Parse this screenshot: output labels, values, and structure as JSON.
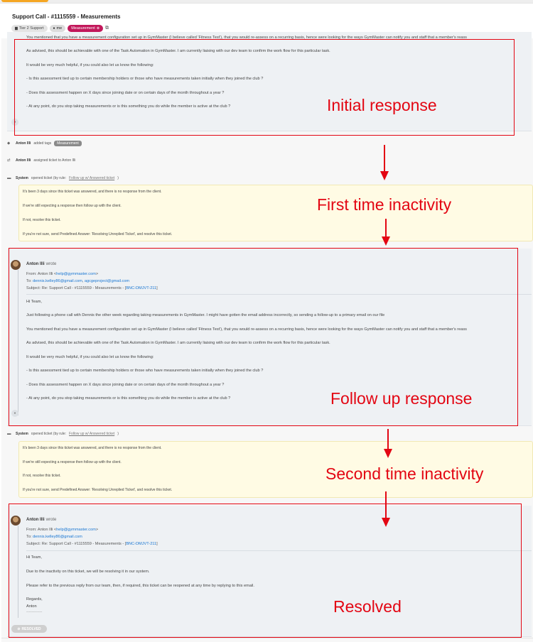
{
  "ticket": {
    "title": "Support Call - #1115559 - Measurements",
    "tags": {
      "team": "Tier 2 Support",
      "assignee": "me",
      "label": "Measurement"
    }
  },
  "messages": {
    "first": {
      "overflow_line": "You mentioned that you have a measurement configuration set up in GymMaster (I believe called 'Fitness Test'), that you would re-assess on a recurring basis, hence were looking for the ways GymMaster can notify you and staff that a member's reass",
      "lines": [
        "As advised, this should be achievable with one of the Task Automation in GymMaster. I am currently liaising with our dev team to confirm the work flow for this particular task.",
        "It would be very much helpful, if you could also let us know the following:",
        "- Is this assessment tied up to certain membership holders or those who have measurements taken initially when they joined the club ?",
        "- Does this assessment happen on X days since joining date or on certain days of the month throughout a year ?",
        "- At any point, do you stop taking measurements or is this something you do while the member is active at the club ?"
      ]
    },
    "second": {
      "author": "Anton Illi",
      "wrote": "wrote",
      "from_label": "From: Anton Illi <",
      "from_email": "help@gymmaster.com",
      "from_end": ">",
      "to_label": "To:",
      "to_email_1": "dennis.kelley86@gmail.com",
      "to_comma": ",",
      "to_email_2": "agcgeproject@gmail.com",
      "subject_label": "Subject: Re: Support Call - #1115559 - Measurements - [",
      "subject_ref": "BNC-DMJVT-211",
      "subject_end": "]",
      "lines": [
        "Hi Team,",
        "Just following a phone call with Dennis the other week regarding taking measurements in GymMaster. I might have gotten the email address incorrectly, so sending a follow-up to a primary email on our file",
        "You mentioned that you have a measurement configuration set up in GymMaster (I believe called 'Fitness Test'), that you would re-assess on a recurring basis, hence were looking for the ways GymMaster can notify you and staff that a member's reass",
        "As advised, this should be achievable with one of the Task Automation in GymMaster. I am currently liaising with our dev team to confirm the work flow for this particular task.",
        "It would be very much helpful, if you could also let us know the following:",
        "- Is this assessment tied up to certain membership holders or those who have measurements taken initially when they joined the club ?",
        "- Does this assessment happen on X days since joining date or on certain days of the month throughout a year ?",
        "- At any point, do you stop taking measurements or is this something you do while the member is active at the club ?"
      ]
    },
    "third": {
      "author": "Anton Illi",
      "wrote": "wrote",
      "from_label": "From: Anton Illi <",
      "from_email": "help@gymmaster.com",
      "from_end": ">",
      "to_label": "To:",
      "to_email_1": "dennis.kelley86@gmail.com",
      "subject_label": "Subject: Re: Support Call - #1115559 - Measurements - [",
      "subject_ref": "BNC-DMJVT-211",
      "subject_end": "]",
      "lines": [
        "Hi Team,",
        "Due to the inactivity on this ticket, we will be resolving it in our system.",
        "Please refer to the previous reply from our team, then, if required, this ticket can be reopened at any time by replying to this email.",
        "Regards,",
        "Anton",
        "------------"
      ]
    }
  },
  "events": {
    "tag_added": {
      "actor": "Anton Illi",
      "action": "added tags",
      "tag": "Measurement"
    },
    "assigned": {
      "actor": "Anton Illi",
      "action": "assigned ticket to Anton Illi"
    },
    "system_1": {
      "actor": "System",
      "action": "opened ticket (by rule:",
      "rule": "Follow up w/ Answered ticket",
      "end": ")"
    },
    "system_2": {
      "actor": "System",
      "action": "opened ticket (by rule:",
      "rule": "Follow up w/ Answered ticket",
      "end": ")"
    }
  },
  "notes": {
    "first": [
      "It's been 3 days since this ticket was answered, and there is no response from the client.",
      "If we're still expecting a response then follow up with the client.",
      "If not, resolve this ticket.",
      "If you're not sure, send Predefined Answer: 'Resolving Unreplied Ticket', and resolve this ticket."
    ],
    "second": [
      "It's been 3 days since this ticket was answered, and there is no response from the client.",
      "If we're still expecting a response then follow up with the client.",
      "If not, resolve this ticket.",
      "If you're not sure, send Predefined Answer: 'Resolving Unreplied Ticket', and resolve this ticket."
    ]
  },
  "status": {
    "resolved": "RESOLVED"
  },
  "annotations": {
    "initial": "Initial response",
    "first_inactivity": "First time inactivity",
    "follow_up": "Follow up response",
    "second_inactivity": "Second time inactivity",
    "resolved": "Resolved"
  },
  "colors": {
    "annotation": "#e30613",
    "tag_pink": "#c2185b",
    "link": "#1976d2",
    "note_bg": "#fffbe4"
  },
  "icons": [
    "tag-icon",
    "user-icon",
    "close-icon",
    "assign-icon",
    "system-icon",
    "avatar",
    "resolved-icon",
    "arrow-down-icon"
  ]
}
